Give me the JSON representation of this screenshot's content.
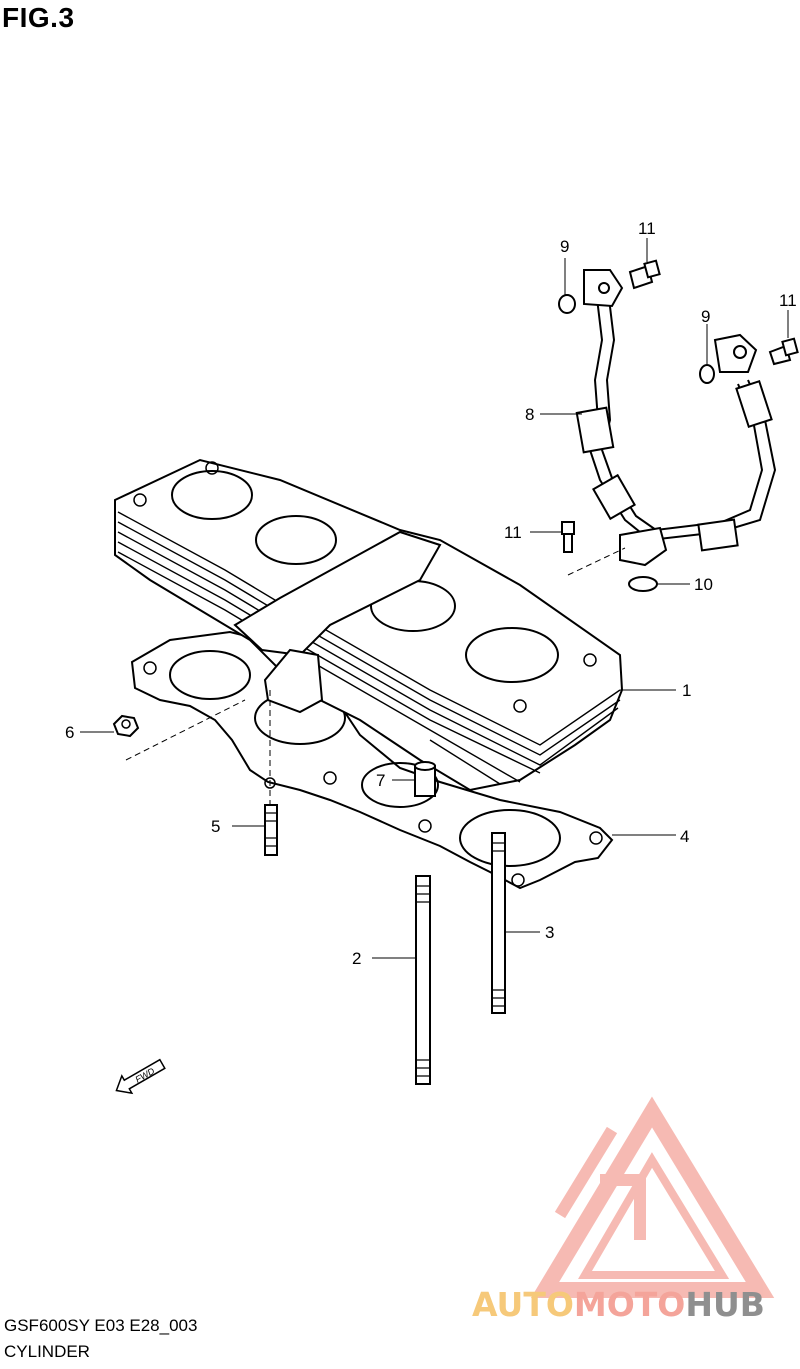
{
  "figure": {
    "title": "FIG.3"
  },
  "callouts": {
    "c1": "1",
    "c2": "2",
    "c3": "3",
    "c4": "4",
    "c5": "5",
    "c6": "6",
    "c7": "7",
    "c8": "8",
    "c9a": "9",
    "c9b": "9",
    "c10": "10",
    "c11a": "11",
    "c11b": "11",
    "c11c": "11"
  },
  "direction_marker": "FWD",
  "footer": {
    "model_code": "GSF600SY E03 E28_003",
    "part_group": "CYLINDER"
  },
  "watermark": {
    "brand_a": "AUTO",
    "brand_b": "MOTO",
    "brand_c": "HUB",
    "colors": {
      "auto": "#f6c97a",
      "moto": "#f4a49a",
      "hub": "#8f8f8f",
      "logo": "#f4a49a"
    }
  }
}
